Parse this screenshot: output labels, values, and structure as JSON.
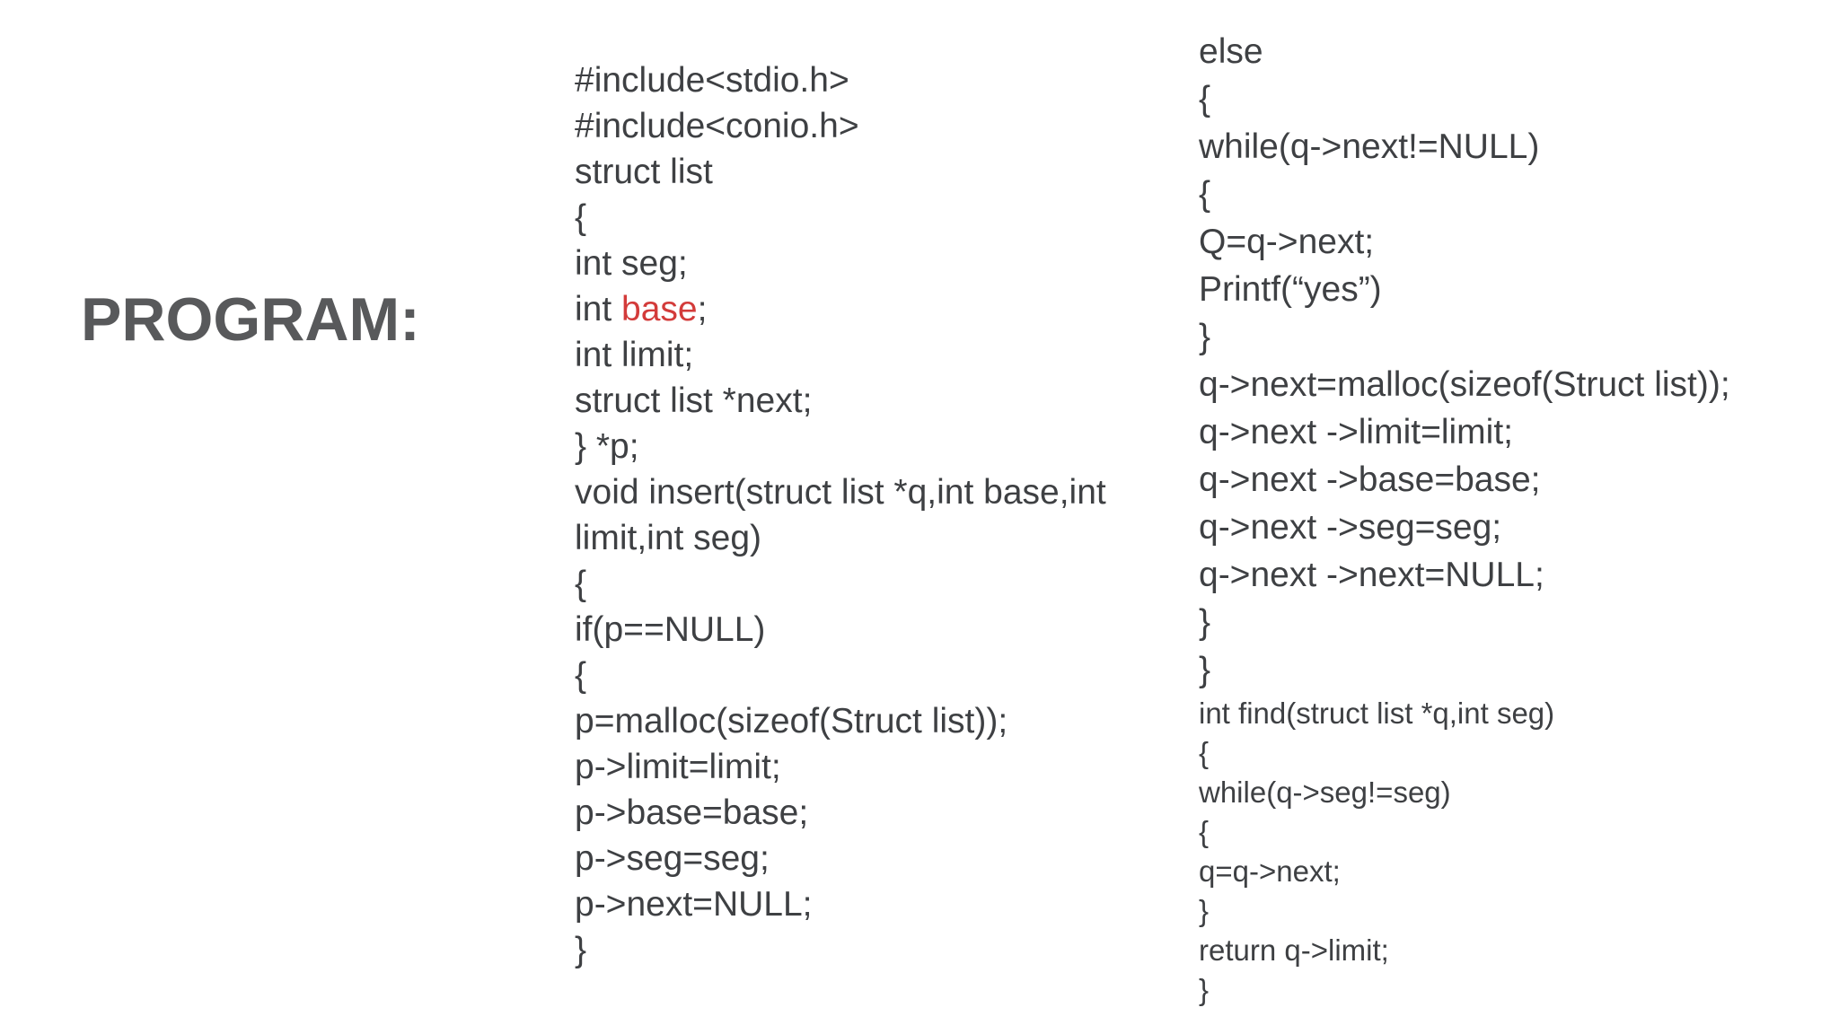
{
  "title": "PROGRAM:",
  "colors": {
    "background": "#ffffff",
    "code_text": "#3e4043",
    "highlight_red": "#d33b3a",
    "title_gray": "#58595b"
  },
  "code": {
    "column1": {
      "lines": [
        {
          "text": "#include<stdio.h>"
        },
        {
          "text": "#include<conio.h>"
        },
        {
          "text": "struct list"
        },
        {
          "text": "{"
        },
        {
          "text": "int seg;"
        },
        {
          "segments": [
            {
              "text": "int "
            },
            {
              "text": "base",
              "highlight": true
            },
            {
              "text": ";"
            }
          ]
        },
        {
          "text": "int limit;"
        },
        {
          "text": "struct list *next;"
        },
        {
          "text": "} *p;"
        },
        {
          "text": "void insert(struct list *q,int base,int"
        },
        {
          "text": "limit,int seg)"
        },
        {
          "text": "{"
        },
        {
          "text": "if(p==NULL)"
        },
        {
          "text": "{"
        },
        {
          "text": "p=malloc(sizeof(Struct list));"
        },
        {
          "text": "p->limit=limit;"
        },
        {
          "text": "p->base=base;"
        },
        {
          "text": "p->seg=seg;"
        },
        {
          "text": "p->next=NULL;"
        },
        {
          "text": "}"
        }
      ]
    },
    "column2": {
      "lines": [
        {
          "text": "else"
        },
        {
          "text": "{"
        },
        {
          "text": "while(q->next!=NULL)"
        },
        {
          "text": "{"
        },
        {
          "text": "Q=q->next;"
        },
        {
          "text": "Printf(“yes”)"
        },
        {
          "text": "}"
        },
        {
          "text": "q->next=malloc(sizeof(Struct list));"
        },
        {
          "text": "q->next ->limit=limit;"
        },
        {
          "text": "q->next ->base=base;"
        },
        {
          "text": "q->next ->seg=seg;"
        },
        {
          "text": "q->next ->next=NULL;"
        },
        {
          "text": "}"
        },
        {
          "text": "}"
        },
        {
          "text": "int find(struct list *q,int seg)",
          "small": true
        },
        {
          "text": "{",
          "small": true
        },
        {
          "text": "while(q->seg!=seg)",
          "small": true
        },
        {
          "text": "{",
          "small": true
        },
        {
          "text": "q=q->next;",
          "small": true
        },
        {
          "text": "}",
          "small": true
        },
        {
          "text": "return q->limit;",
          "small": true
        },
        {
          "text": "}",
          "small": true
        }
      ]
    }
  }
}
